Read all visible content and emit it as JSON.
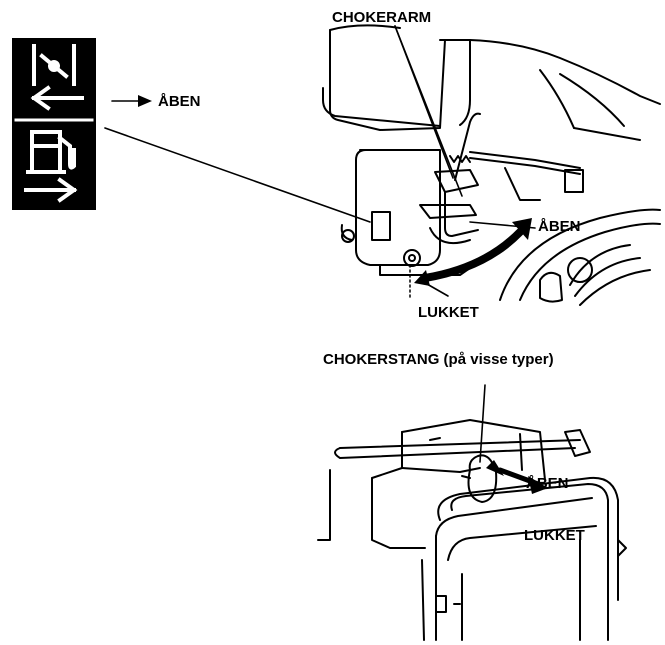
{
  "labels": {
    "choke_arm": "CHOKERARM",
    "open_symbol": "ÅBEN",
    "open_arm": "ÅBEN",
    "closed_arm": "LUKKET",
    "choke_rod": "CHOKERSTANG (på visse typer)",
    "open_rod": "ÅBEN",
    "closed_rod": "LUKKET"
  },
  "icons": {
    "symbol_panel": "choke-fuel-symbol-icon",
    "choke_top": "choke-butterfly-icon",
    "fuel_pump": "fuel-pump-icon"
  }
}
